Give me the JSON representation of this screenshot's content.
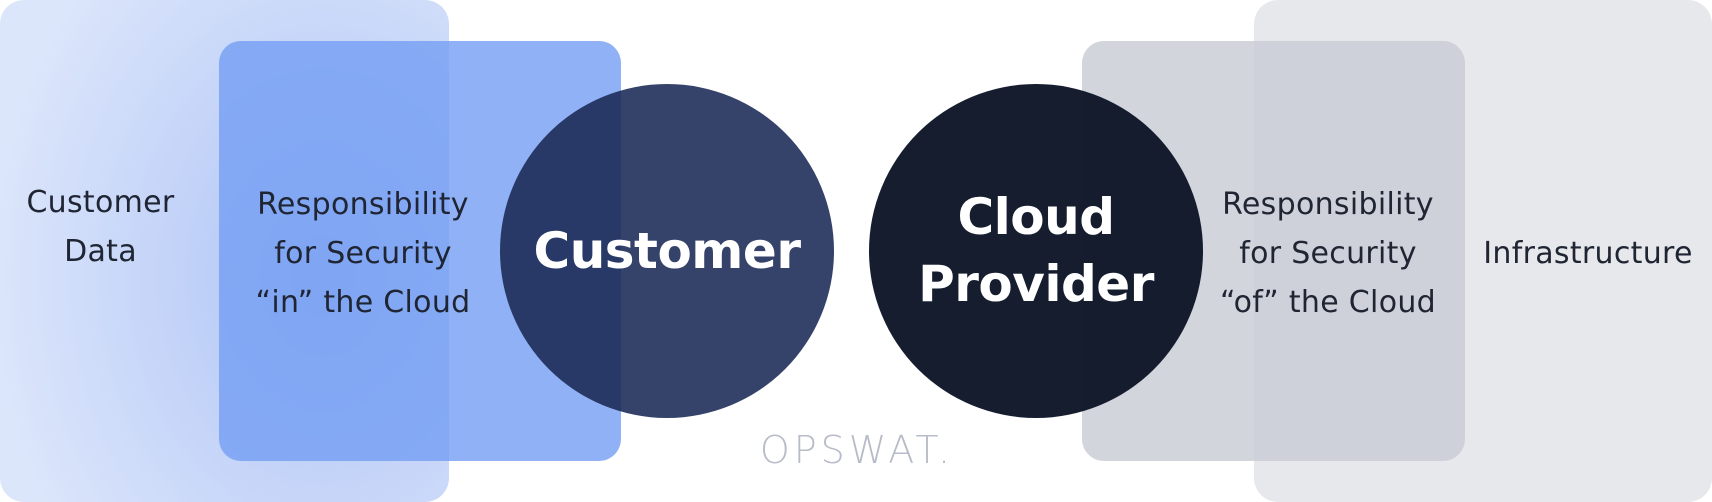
{
  "left": {
    "outer_label": [
      "Customer",
      "Data"
    ],
    "inner_label": [
      "Responsibility",
      "for Security",
      "“in” the Cloud"
    ],
    "circle_label": [
      "Customer"
    ]
  },
  "right": {
    "outer_label": [
      "Infrastructure"
    ],
    "inner_label": [
      "Responsibility",
      "for Security",
      "“of” the Cloud"
    ],
    "circle_label": [
      "Cloud",
      "Provider"
    ]
  },
  "logo_text": "OPSWAT.",
  "colors": {
    "light_blue": "#dce6fb",
    "mid_blue": "#749ef3",
    "navy": "#192854",
    "dark_navy": "#0d1628",
    "light_gray": "#e7e8ec",
    "mid_gray": "#c8ccd4"
  }
}
